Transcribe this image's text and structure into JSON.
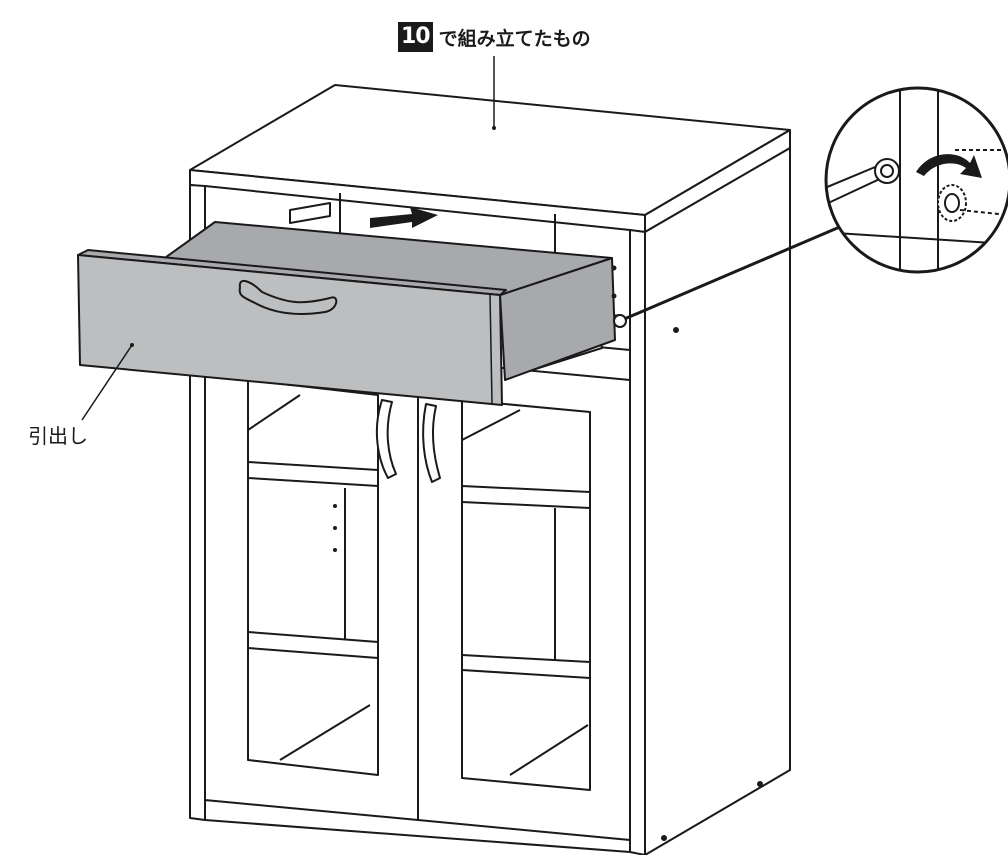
{
  "caption": {
    "step_number": "10",
    "text": "で組み立てたもの"
  },
  "labels": {
    "drawer": "引出し"
  },
  "colors": {
    "line": "#1a1a1a",
    "drawer_fill": "#bcbec0",
    "drawer_dark": "#a7a9ac",
    "background": "#ffffff"
  },
  "icons": {
    "direction_arrow": "push-arrow-icon",
    "rotate_arrow": "rotate-arrow-icon",
    "detail": "magnified-cam-lock-detail"
  }
}
